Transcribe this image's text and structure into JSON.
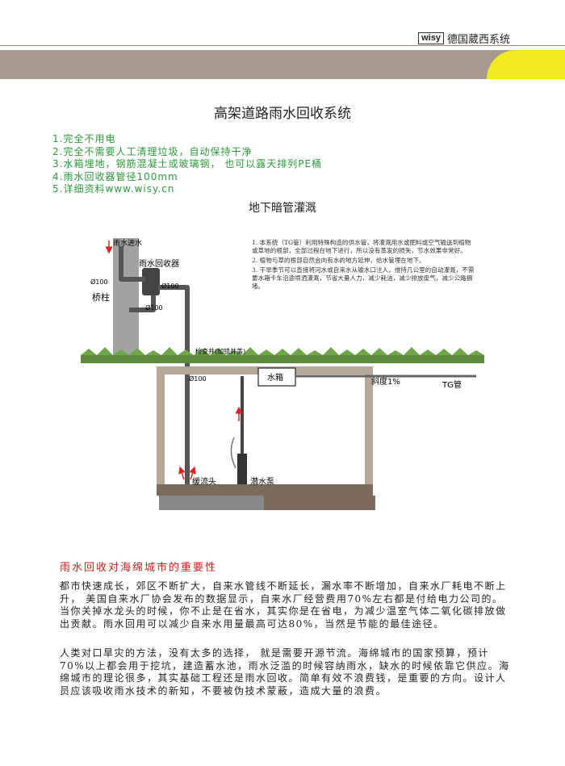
{
  "header": {
    "logo_text": "wisy",
    "brand_name": "德国葳西系统",
    "band_color": "#a69990",
    "accent_color": "#f1ea1e"
  },
  "title": "高架道路雨水回收系统",
  "features": [
    "1.完全不用电",
    "2.完全不需要人工清理垃圾，自动保持干净",
    "3.水箱埋地，钢筋混凝土或玻璃钢， 也可以露天排列PE桶",
    "4.雨水回收器管径100mm",
    "5.详细资料www.wisy.cn"
  ],
  "diagram": {
    "title": "地下暗管灌溉",
    "labels": {
      "inlet": "雨水进水",
      "collector": "雨水回收器",
      "pillar": "桥柱",
      "d100_a": "Ø100",
      "d100_b": "Ø100",
      "d100_c": "Ø100",
      "d100_d": "Ø100",
      "inspection": "检查井(加锁井盖)",
      "tank": "水箱",
      "slope": "斜度1%",
      "tg_pipe": "TG管",
      "flow_head": "缓流头",
      "pump": "潜水泵"
    },
    "notes": [
      "1. 本系统（TG管）利用特殊构造的供水管，将灌溉用水或肥料或空气输送到植物或草地的根部，全部过程在地下进行，所以没有蒸发的损失，节水效果非常好。",
      "2. 植物与草的根部自然会向有水的地方延伸，给水管埋在地下。",
      "3. 干旱季节可以直接将河水或自来水从输水口注入，维持几公里的自动灌溉，不需要水箱卡车沿途喷洒灌溉，节省大量人力，减少耗油，减少排放废气，减少公路拥堵。"
    ]
  },
  "importance": {
    "title": "雨水回收对海绵城市的重要性",
    "paragraphs": [
      "都市快速成长，郊区不断扩大，自来水管线不断延长，漏水率不断增加，自来水厂耗电不断上升， 美国自来水厂协会发布的数据显示，自来水厂经营费用70%左右都是付给电力公司的。当你关掉水龙头的时候，你不止是在省水，其实你是在省电，为减少温室气体二氧化碳排放做出贡献。雨水回用可以减少自来水用量最高可达80%，当然是节能的最佳途径。",
      "人类对口旱灾的方法，没有太多的选择， 就是需要开源节流。海绵城市的国家预算，预计70%以上都会用于挖坑，建造蓄水池，雨水泛滥的时候容纳雨水，缺水的时候依靠它供应。海绵城市的理论很多，其实基础工程还是雨水回收。简单有效不浪费钱，是重要的方向。设计人员应该吸收雨水技术的新知，不要被伪技术蒙蔽，造成大量的浪费。"
    ]
  }
}
